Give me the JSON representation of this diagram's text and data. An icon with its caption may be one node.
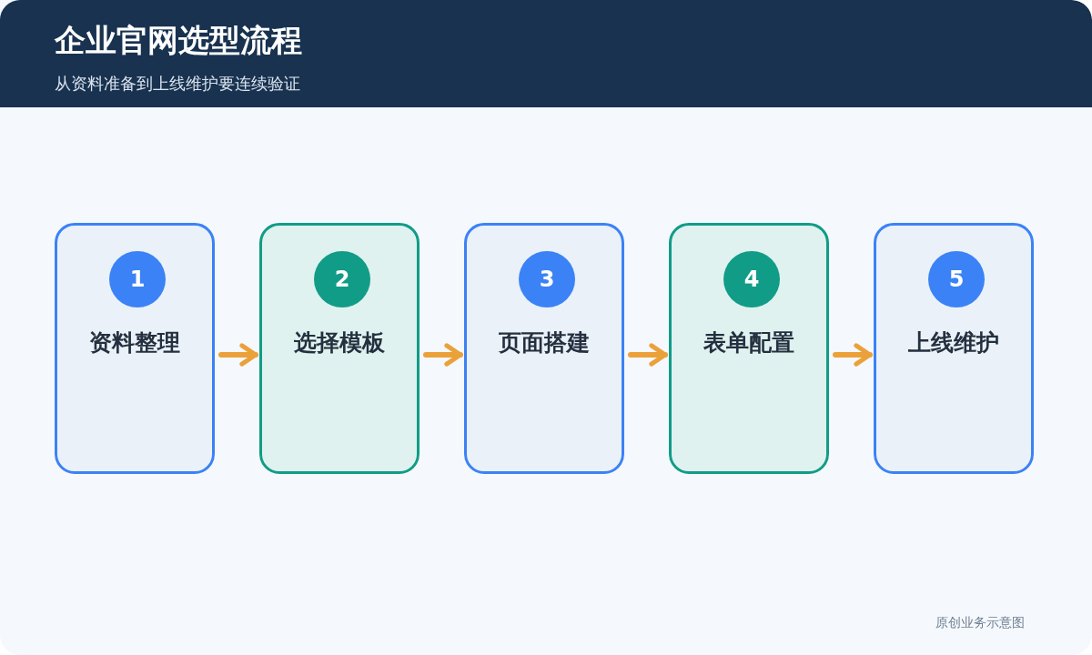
{
  "diagram": {
    "title": "企业官网选型流程",
    "caption": "从资料准备到上线维护要连续验证",
    "nodes": [
      {
        "text": [
          "1",
          "资料整理"
        ]
      },
      {
        "text": [
          "2",
          "选择模板"
        ]
      },
      {
        "text": [
          "3",
          "页面搭建"
        ]
      },
      {
        "text": [
          "4",
          "表单配置"
        ]
      },
      {
        "text": [
          "5",
          "上线维护"
        ]
      }
    ],
    "edges": [
      {
        "from": 0,
        "to": 1,
        "arrow": "to"
      },
      {
        "from": 1,
        "to": 2,
        "arrow": "to"
      },
      {
        "from": 2,
        "to": 3,
        "arrow": "to"
      },
      {
        "from": 3,
        "to": 4,
        "arrow": "to"
      }
    ],
    "labels": [
      "原创业务示意图"
    ]
  }
}
